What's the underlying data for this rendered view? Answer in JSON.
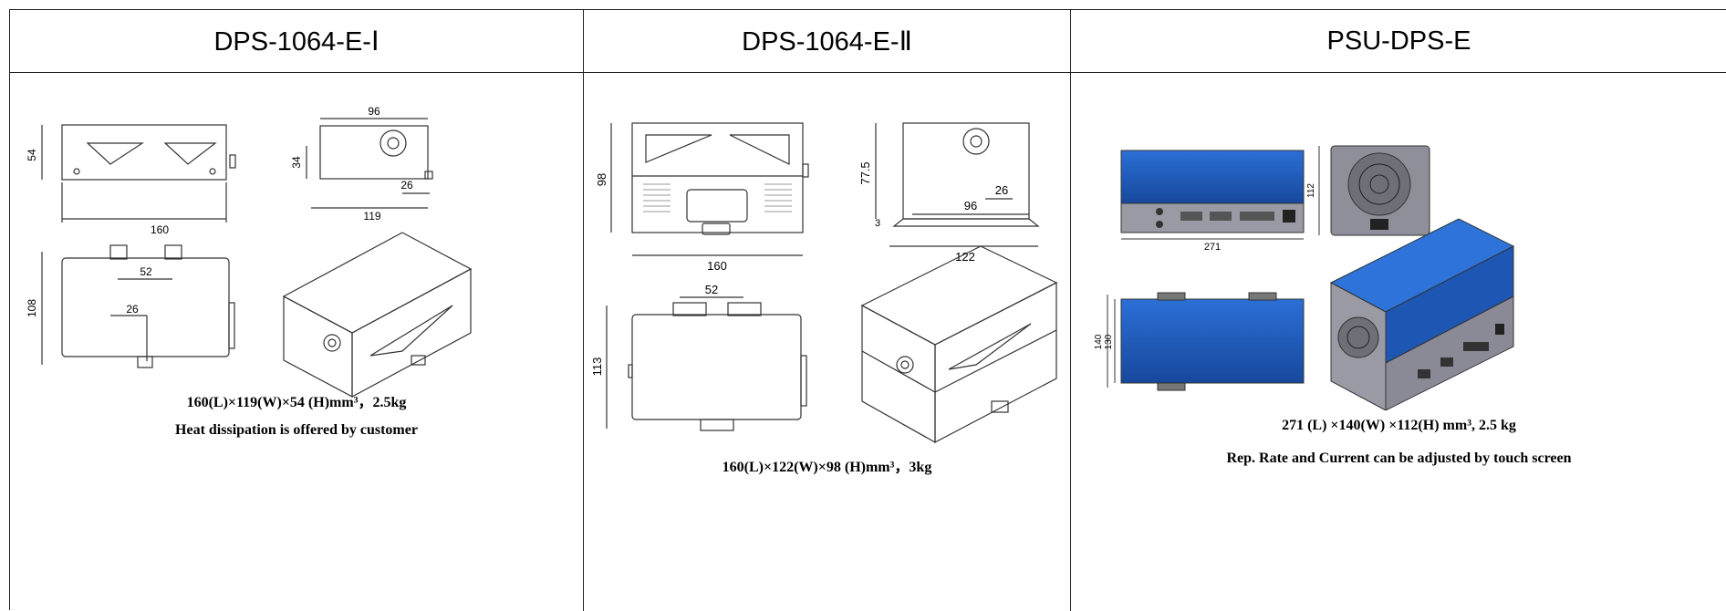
{
  "products": [
    {
      "name": "DPS-1064-E-Ⅰ",
      "spec": "160(L)×119(W)×54 (H)mm³，2.5kg",
      "note": "Heat dissipation is offered by customer",
      "dims": {
        "length": "160",
        "width": "96",
        "height": "54",
        "depth": "34",
        "offset": "26",
        "base": "119",
        "plate_h": "108",
        "plate_w": "52",
        "plate_o": "26"
      }
    },
    {
      "name": "DPS-1064-E-Ⅱ",
      "spec": "160(L)×122(W)×98 (H)mm³，3kg",
      "dims": {
        "height": "98",
        "length": "160",
        "side_h": "77.5",
        "offset": "26",
        "inner": "96",
        "base": "122",
        "small": "3",
        "plate_w": "52",
        "plate_h": "113"
      }
    },
    {
      "name": "PSU-DPS-E",
      "spec": "271 (L) ×140(W) ×112(H) mm³, 2.5 kg",
      "note": "Rep. Rate and Current can be adjusted by touch screen",
      "dims": {
        "length": "271",
        "height": "112",
        "outer": "140",
        "inner": "130"
      }
    }
  ],
  "colors": {
    "border": "#222222",
    "psu_blue": "#1f5fc4",
    "psu_grey": "#8f8f9a"
  }
}
